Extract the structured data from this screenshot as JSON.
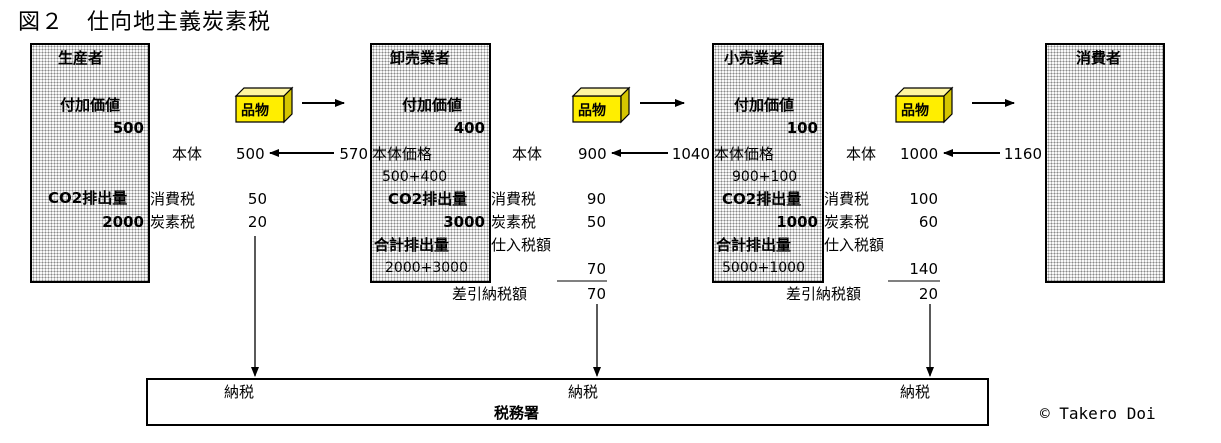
{
  "title": "図２　仕向地主義炭素税",
  "copyright": "© Takero Doi",
  "goods_label": "品物",
  "producer": {
    "name": "生産者",
    "value_added_label": "付加価値",
    "value_added": "500",
    "co2_label": "CO2排出量",
    "co2": "2000"
  },
  "producer_flow": {
    "price_label": "本体",
    "price": "500",
    "consumption_tax_label": "消費税",
    "consumption_tax": "50",
    "carbon_tax_label": "炭素税",
    "carbon_tax": "20",
    "paid_total": "570"
  },
  "wholesaler": {
    "name": "卸売業者",
    "value_added_label": "付加価値",
    "value_added": "400",
    "price_label": "本体価格",
    "price_formula": "500+400",
    "co2_label": "CO2排出量",
    "co2": "3000",
    "total_emission_label": "合計排出量",
    "total_emission_formula": "2000+3000"
  },
  "wholesaler_flow": {
    "price_label": "本体",
    "price": "900",
    "consumption_tax_label": "消費税",
    "consumption_tax": "90",
    "carbon_tax_label": "炭素税",
    "carbon_tax": "50",
    "input_tax_label": "仕入税額",
    "input_tax": "70",
    "net_tax_label": "差引納税額",
    "net_tax": "70",
    "paid_total": "1040"
  },
  "retailer": {
    "name": "小売業者",
    "value_added_label": "付加価値",
    "value_added": "100",
    "price_label": "本体価格",
    "price_formula": "900+100",
    "co2_label": "CO2排出量",
    "co2": "1000",
    "total_emission_label": "合計排出量",
    "total_emission_formula": "5000+1000"
  },
  "retailer_flow": {
    "price_label": "本体",
    "price": "1000",
    "consumption_tax_label": "消費税",
    "consumption_tax": "100",
    "carbon_tax_label": "炭素税",
    "carbon_tax": "60",
    "input_tax_label": "仕入税額",
    "input_tax": "140",
    "net_tax_label": "差引納税額",
    "net_tax": "20",
    "paid_total": "1160"
  },
  "consumer": {
    "name": "消費者"
  },
  "tax_office": {
    "name": "税務署",
    "payment_label": "納税"
  }
}
